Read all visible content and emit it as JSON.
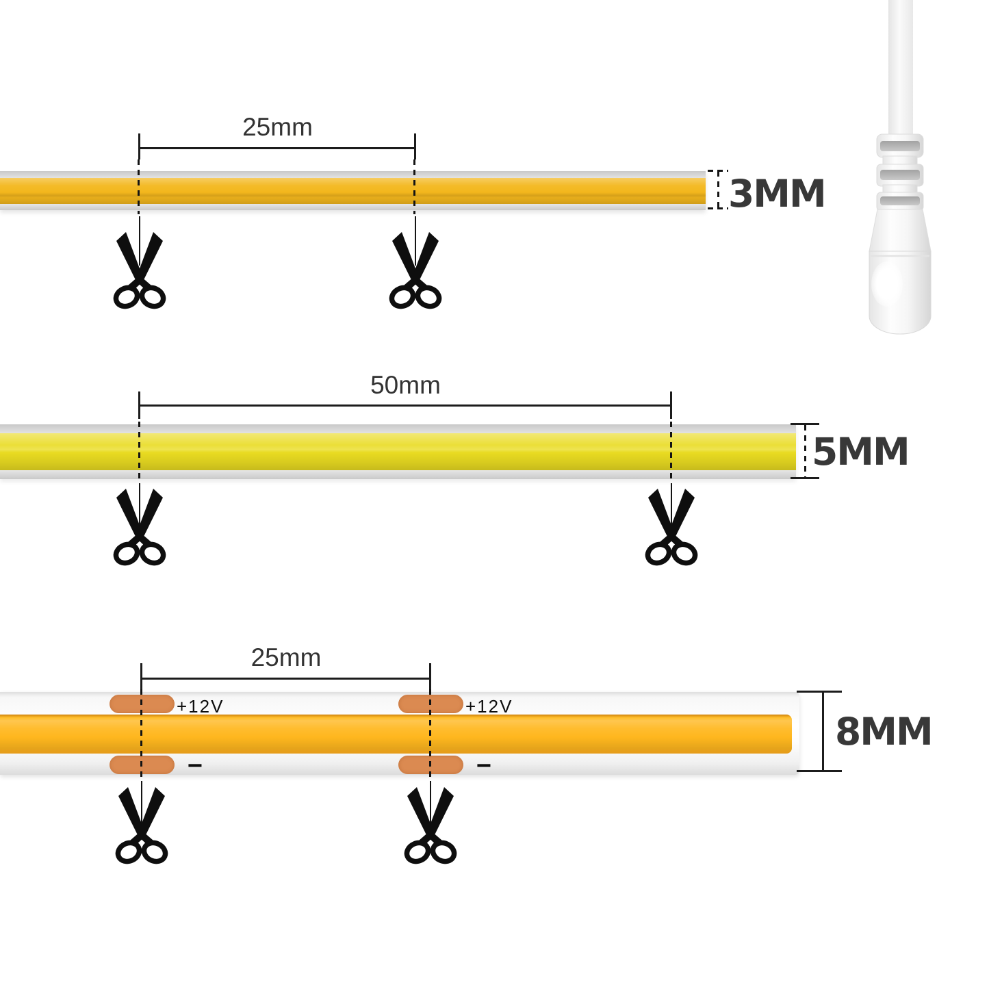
{
  "colors": {
    "page-bg": "#ffffff",
    "annotation": "#333333",
    "scissors": "#0e0e0e",
    "strip1-body": "#F3B71D",
    "strip2-body": "#E9DB21",
    "strip3-body": "#FFB71E",
    "pad": "#DB8A51"
  },
  "strips": [
    {
      "name": "3mm-strip",
      "cut_spacing_label": "25mm",
      "thickness_label": "3MM"
    },
    {
      "name": "5mm-strip",
      "cut_spacing_label": "50mm",
      "thickness_label": "5MM"
    },
    {
      "name": "8mm-strip",
      "cut_spacing_label": "25mm",
      "thickness_label": "8MM",
      "pad_positive_label": "+12V",
      "pad_negative_label": "−"
    }
  ]
}
